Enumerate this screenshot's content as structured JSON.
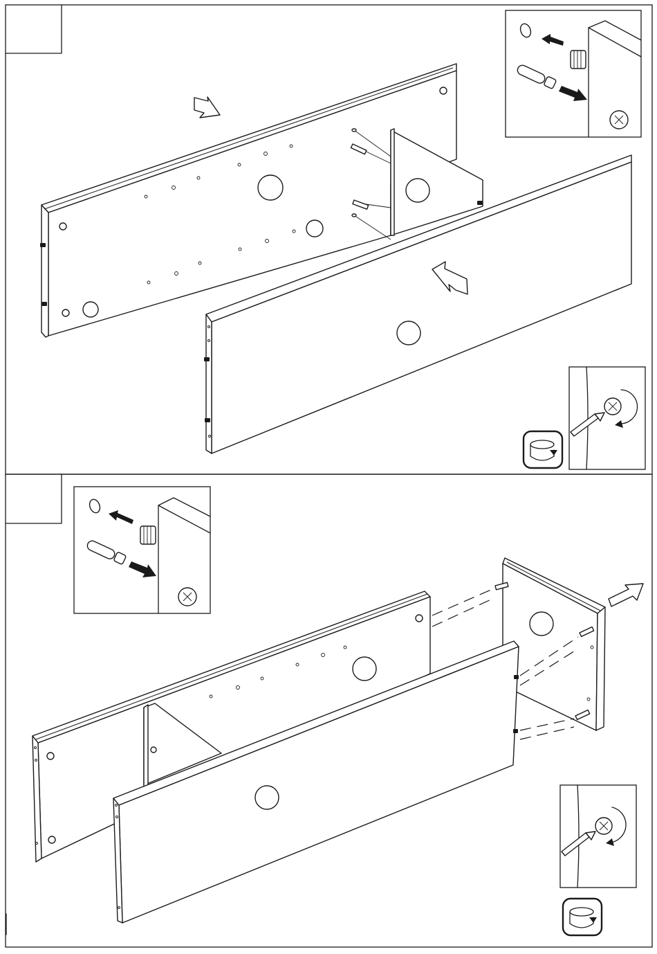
{
  "document": {
    "type": "assembly-instructions",
    "steps": [
      {
        "number": "",
        "detail_callouts": [
          "cam-lock-insertion",
          "cam-lock-tightening"
        ],
        "tool_icon": "rotate-tool-icon"
      },
      {
        "number": "",
        "detail_callouts": [
          "cam-lock-insertion",
          "cam-lock-tightening"
        ],
        "tool_icon": "rotate-tool-icon"
      }
    ],
    "colors": {
      "line": "#1a1a1a",
      "background": "#ffffff"
    }
  }
}
